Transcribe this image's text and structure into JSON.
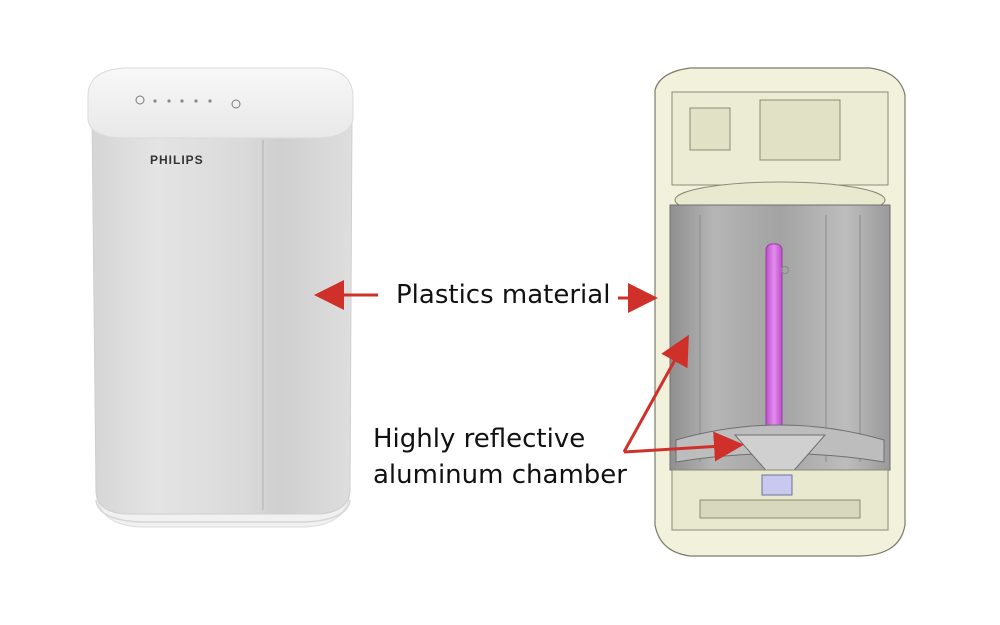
{
  "product": {
    "brand": "PHILIPS"
  },
  "labels": {
    "plastics": "Plastics material",
    "chamber_line1": "Highly reflective",
    "chamber_line2": "aluminum chamber"
  },
  "colors": {
    "arrow": "#d0302a",
    "uv_lamp": "#d36ddf",
    "housing_cream": "#f2f2dc",
    "chamber_gray": "#a7a7a7"
  }
}
